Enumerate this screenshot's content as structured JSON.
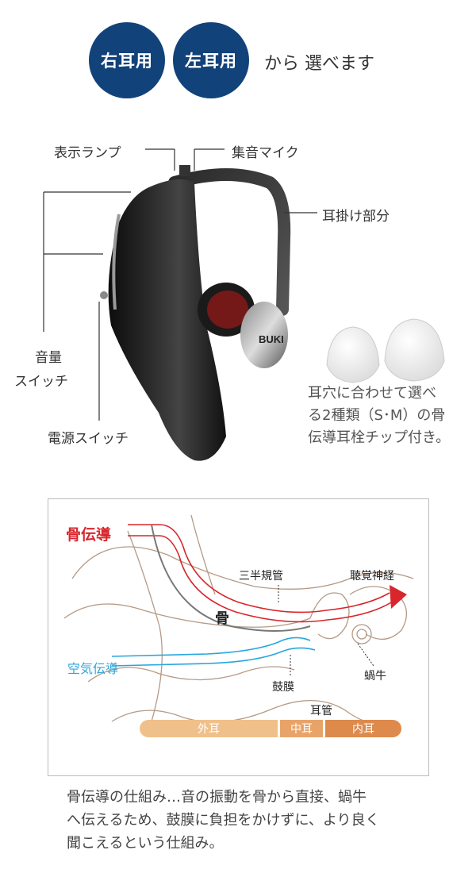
{
  "header": {
    "right_ear": "右耳用",
    "left_ear": "左耳用",
    "suffix": "から 選べます"
  },
  "parts": {
    "indicator_lamp": "表示ランプ",
    "microphone": "集音マイク",
    "ear_hook": "耳掛け部分",
    "volume_line1": "音量",
    "volume_line2": "スイッチ",
    "power_switch": "電源スイッチ"
  },
  "product": {
    "logo": "BUKI"
  },
  "tips_caption": [
    "耳穴に合わせて選べ",
    "る2種類（S･M）の骨",
    "伝導耳栓チップ付き。"
  ],
  "diagram": {
    "bone_conduction": "骨伝導",
    "semicircular_canals": "三半規管",
    "auditory_nerve": "聴覚神経",
    "bone": "骨",
    "air_conduction": "空気伝導",
    "cochlea": "蝸牛",
    "eardrum": "鼓膜",
    "ear_canal": "耳管",
    "outer_ear": "外耳",
    "middle_ear": "中耳",
    "inner_ear": "内耳",
    "colors": {
      "bone_path": "#d8262c",
      "air_path": "#2aa6dc",
      "outer_ear": "#f0c08a",
      "middle_ear": "#e8a468",
      "inner_ear": "#dd8a4c"
    }
  },
  "footer": [
    "骨伝導の仕組み…音の振動を骨から直接、蝸牛",
    "へ伝えるため、鼓膜に負担をかけずに、より良く",
    "聞こえるという仕組み。"
  ]
}
